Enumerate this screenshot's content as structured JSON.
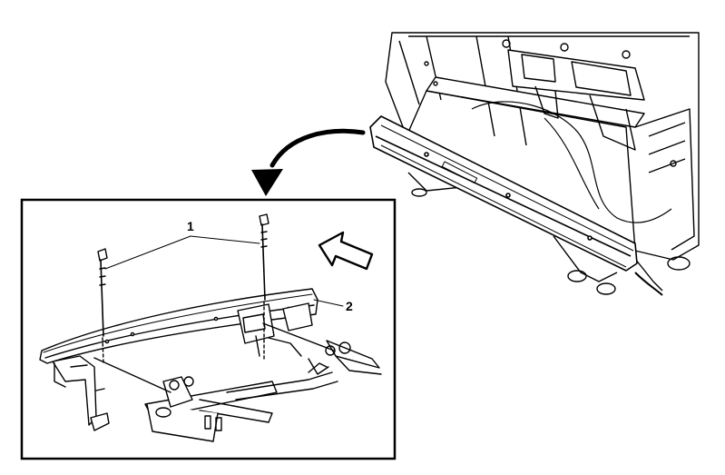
{
  "diagram": {
    "callouts": [
      {
        "id": "1",
        "label": "1"
      },
      {
        "id": "2",
        "label": "2"
      }
    ],
    "colors": {
      "line": "#000000",
      "background": "#ffffff",
      "arrow_fill": "#000000"
    }
  }
}
